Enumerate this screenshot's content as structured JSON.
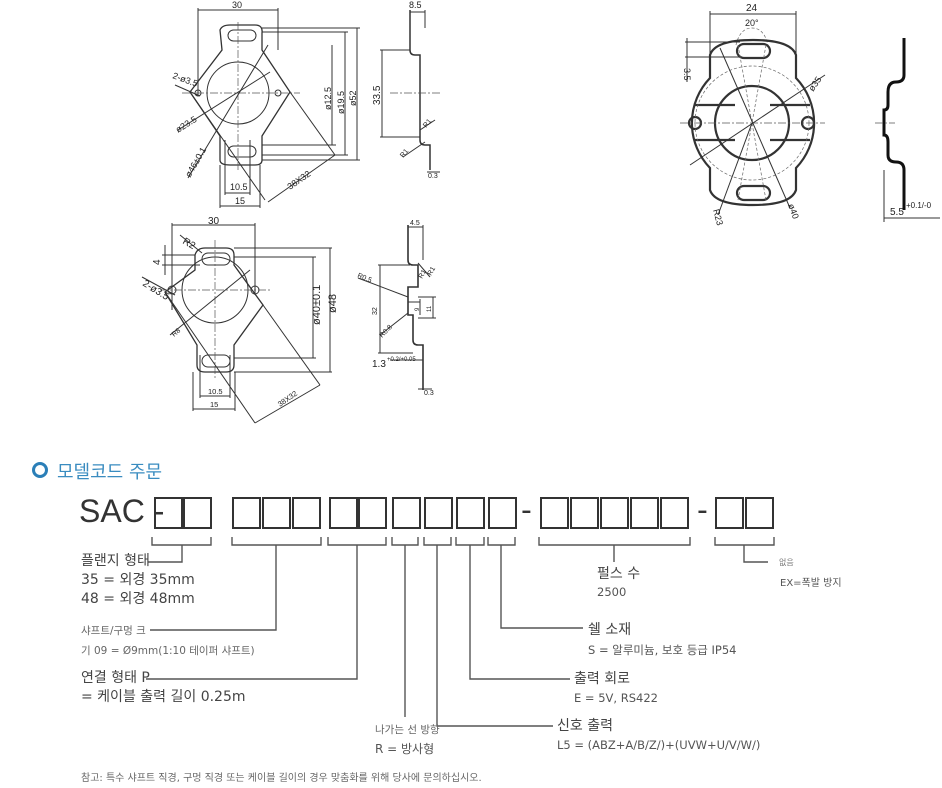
{
  "drawings": {
    "flange35": {
      "width": "30",
      "d1": "ø12.5",
      "d2": "ø19.5",
      "d3": "ø52",
      "hole": "2-ø3.5",
      "bore": "ø23.5",
      "pcd": "ø46±0.1",
      "w1": "10.5",
      "w2": "15",
      "diag": "38X32",
      "side_top": "8.5",
      "side_h": "33.5",
      "side_r1": "R1",
      "side_r2": "R1",
      "side_t": "0.3"
    },
    "flange48": {
      "width": "30",
      "r": "R2",
      "slot": "4",
      "hole": "2-ø3.5",
      "bore": "ø40±0.1",
      "outer": "ø48",
      "r8": "R8",
      "w1": "10.5",
      "w2": "15",
      "diag": "38X32",
      "side_top": "4.5",
      "side_r05": "R0.5",
      "side_r1": "R1",
      "side_r15": "R1",
      "side_h": "32",
      "side_9": "9",
      "side_11": "11",
      "side_r08": "R0.8",
      "side_off": "1.3",
      "side_tol": "+0.2/+0.05",
      "side_t": "0.3"
    },
    "flange_round": {
      "width": "24",
      "angle": "20°",
      "slot": "3.5",
      "d35": "ø35",
      "r23": "R23",
      "d40": "ø40",
      "side_w": "5.5",
      "side_tol": "+0.1/-0"
    }
  },
  "section": {
    "title": "모델코드 주문",
    "icon": "circle-icon",
    "accent": "#3a8cc0"
  },
  "model": {
    "prefix": "SAC -",
    "dash1": "-",
    "dash2": "-"
  },
  "fields": {
    "flange": {
      "title": "플랜지 형태",
      "lines": [
        "35 = 외경 35mm",
        "48 = 외경 48mm"
      ]
    },
    "shaft": {
      "title": "샤프트/구멍 크",
      "lines": [
        "기 09 = Ø9mm(1:10 테이퍼 샤프트)"
      ]
    },
    "connection": {
      "title": "연결 형태 P",
      "lines": [
        "= 케이블 출력 길이 0.25m"
      ]
    },
    "direction": {
      "title": "나가는 선 방향",
      "lines": [
        "R = 방사형"
      ]
    },
    "signal": {
      "title": "신호 출력",
      "lines": [
        "L5 = (ABZ+A/B/Z/)+(UVW+U/V/W/)"
      ]
    },
    "circuit": {
      "title": "출력 회로",
      "lines": [
        "E = 5V, RS422"
      ]
    },
    "shell": {
      "title": "쉘 소재",
      "lines": [
        "S = 알루미늄, 보호 등급 IP54"
      ]
    },
    "pulses": {
      "title": "펄스 수",
      "lines": [
        "2500"
      ]
    },
    "explosion": {
      "title": "없음",
      "lines": [
        "EX=폭발 방지"
      ]
    }
  },
  "note": "참고: 특수 샤프트 직경, 구멍 직경 또는 케이블 길이의 경우 맞춤화를 위해 당사에 문의하십시오."
}
